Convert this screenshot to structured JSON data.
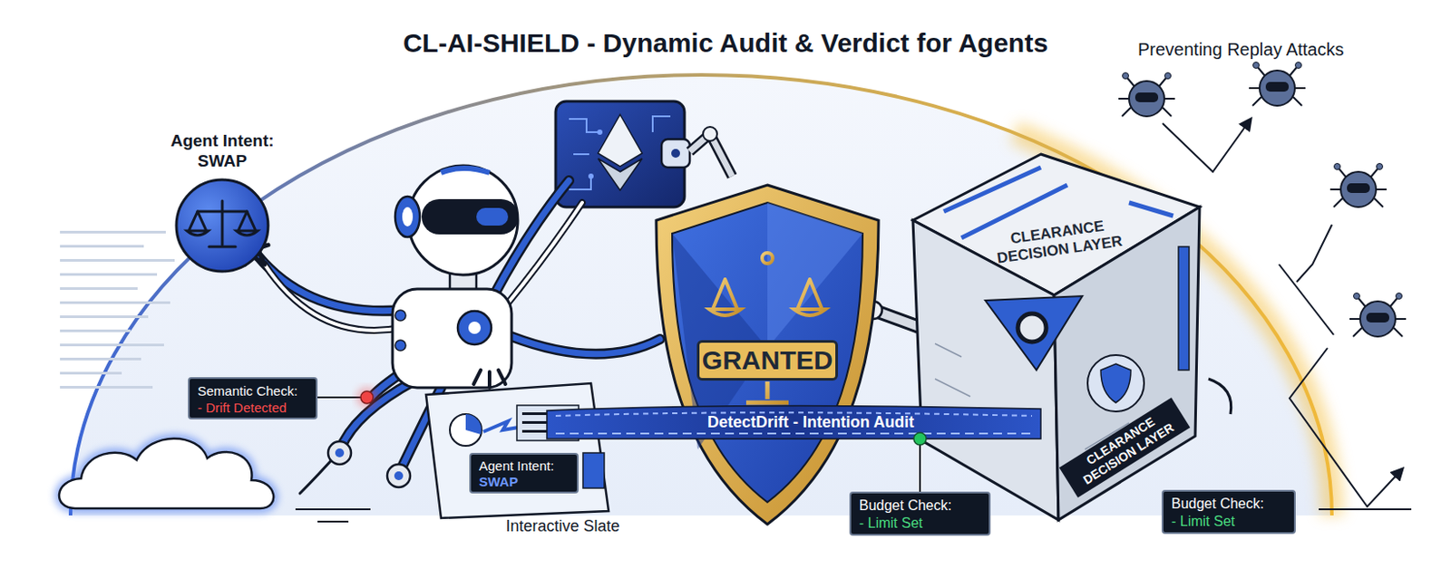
{
  "diagram": {
    "title": "CL-AI-SHIELD - Dynamic Audit & Verdict for Agents",
    "nodes": [
      {
        "text": [
          "Agent Intent: SWAP"
        ]
      },
      {
        "text": [
          "Semantic Check:",
          "- Drift Detected"
        ]
      },
      {
        "text": [
          "Interactive Slate"
        ]
      },
      {
        "text": [
          "Agent Intent:",
          "SWAP"
        ],
        "in": 2
      },
      {
        "text": [
          "GRANTED"
        ]
      },
      {
        "text": [
          "DetectDrift - Intention Audit"
        ]
      },
      {
        "text": [
          "CLEARANCE DECISION LAYER",
          "CLEARANCE DECISION LAYER"
        ]
      },
      {
        "text": [
          "Budget Check:",
          "- Limit Set"
        ]
      },
      {
        "text": [
          "Budget Check:",
          "- Limit Set"
        ]
      }
    ],
    "edges": [
      {
        "from": 7,
        "to": 5,
        "arrow": "none"
      }
    ],
    "labels": [
      "Preventing Replay Attacks"
    ]
  }
}
